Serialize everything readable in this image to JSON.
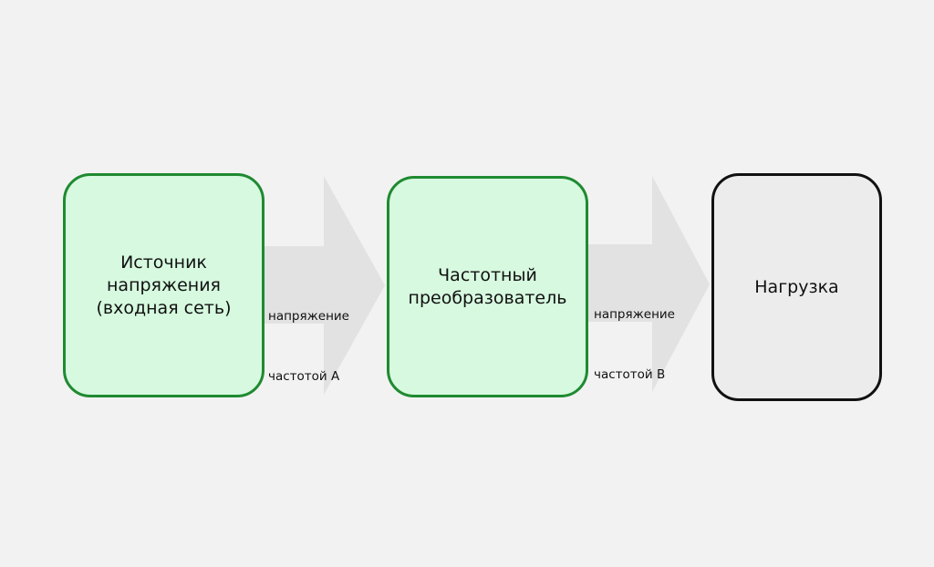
{
  "nodes": [
    {
      "label": "Источник напряжения (входная сеть)",
      "lines": [
        "Источник",
        "напряжения",
        "(входная сеть)"
      ]
    },
    {
      "label": "Частотный преобразователь",
      "lines": [
        "Частотный",
        "преобразователь"
      ]
    },
    {
      "label": "Нагрузка",
      "lines": [
        "Нагрузка"
      ]
    }
  ],
  "edges": [
    {
      "from": 0,
      "to": 1,
      "lines": [
        "напряжение",
        "частотой А"
      ]
    },
    {
      "from": 1,
      "to": 2,
      "lines": [
        "напряжение",
        "частотой В"
      ]
    }
  ],
  "colors": {
    "active_fill": "#d6f9df",
    "active_border": "#1f8a31",
    "load_fill": "#ececec",
    "load_border": "#111111",
    "arrow": "#e2e2e2",
    "background": "#f2f2f2"
  }
}
